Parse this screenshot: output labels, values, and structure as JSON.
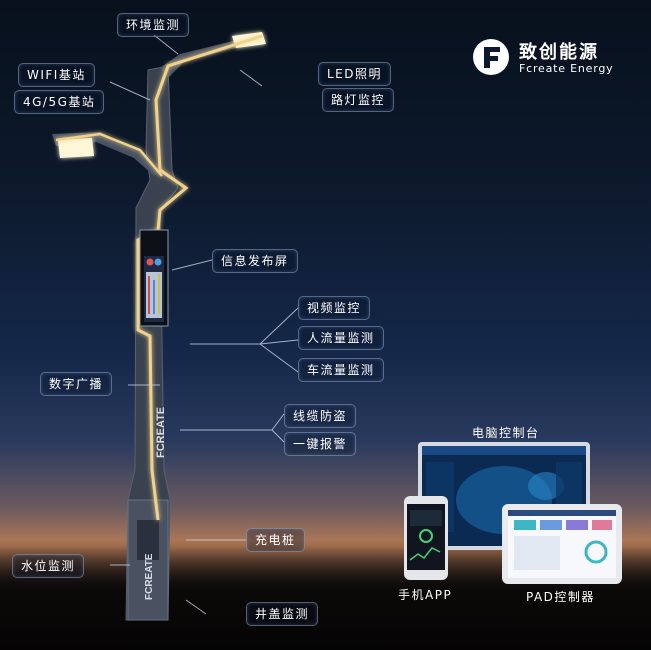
{
  "brand": {
    "name_cn": "致创能源",
    "name_en": "Fcreate Energy",
    "pole_text": "FCREATE"
  },
  "labels": {
    "env": "环境监测",
    "wifi": "WIFI基站",
    "base": "4G/5G基站",
    "led": "LED照明",
    "streetlight": "路灯监控",
    "screen": "信息发布屏",
    "video": "视频监控",
    "people": "人流量监测",
    "car": "车流量监测",
    "broadcast": "数字广播",
    "cable": "线缆防盗",
    "alarm": "一键报警",
    "charge": "充电桩",
    "water": "水位监测",
    "manhole": "井盖监测"
  },
  "devices": {
    "pc": "电脑控制台",
    "phone": "手机APP",
    "pad": "PAD控制器"
  },
  "colors": {
    "accent": "#f0d28a",
    "line": "#c8d4e6"
  }
}
